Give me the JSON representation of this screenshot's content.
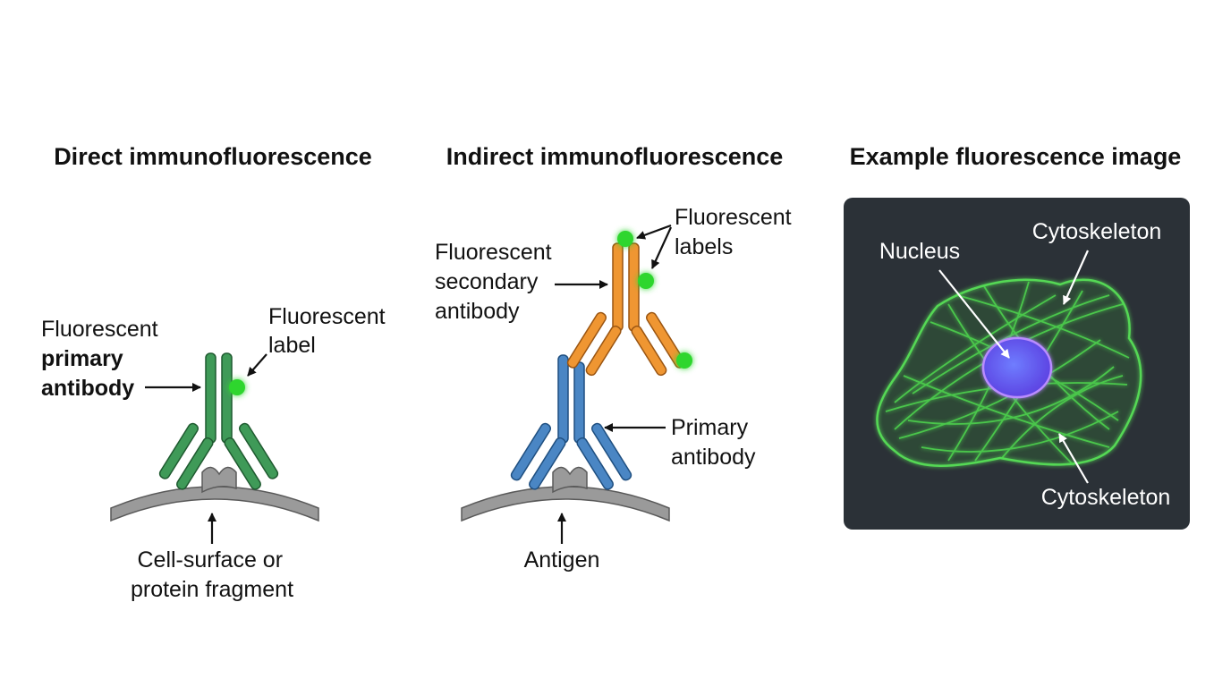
{
  "panels": {
    "direct": {
      "title": "Direct immunofluorescence",
      "antibody_label": [
        "Fluorescent",
        "primary",
        "antibody"
      ],
      "fluor_label": [
        "Fluorescent",
        "label"
      ],
      "surface_label": [
        "Cell-surface or",
        "protein fragment"
      ]
    },
    "indirect": {
      "title": "Indirect immunofluorescence",
      "secondary_label": [
        "Fluorescent",
        "secondary",
        "antibody"
      ],
      "fluor_labels": [
        "Fluorescent",
        "labels"
      ],
      "primary_label": [
        "Primary",
        "antibody"
      ],
      "antigen_label": "Antigen"
    },
    "example": {
      "title": "Example fluorescence image",
      "nucleus_label": "Nucleus",
      "cyto_top_label": "Cytoskeleton",
      "cyto_bottom_label": "Cytoskeleton"
    }
  },
  "colors": {
    "primary_direct": "#3f9a58",
    "primary_indirect": "#4a86c4",
    "secondary": "#ef9632",
    "fluorophore": "#2dd62d",
    "membrane": "#9a9a9a",
    "image_bg": "#2b3137",
    "nucleus": "#6a52ee",
    "cytoskeleton": "#4fdc4f"
  },
  "icons": [
    "antibody-icon",
    "antigen-icon",
    "fluorophore-icon",
    "cell-icon"
  ]
}
